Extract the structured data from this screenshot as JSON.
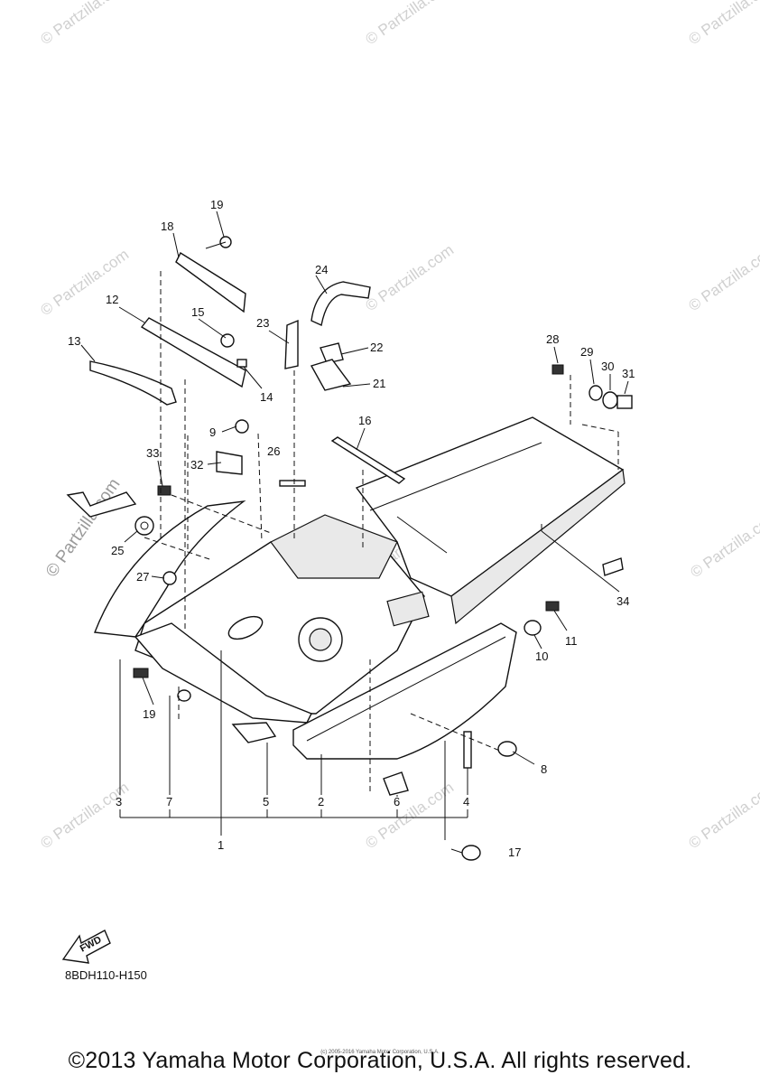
{
  "watermark": {
    "text": "© Partzilla.com"
  },
  "diagram_code": "8BDH110-H150",
  "fwd_label": "FWD",
  "copyright": "©2013 Yamaha Motor Corporation, U.S.A. All rights reserved.",
  "copyright_small": "(c) 2005-2016 Yamaha Motor Corporation, U.S.A.",
  "callouts": {
    "c1": "1",
    "c2": "2",
    "c3": "3",
    "c4": "4",
    "c5": "5",
    "c6": "6",
    "c7": "7",
    "c8": "8",
    "c9": "9",
    "c10": "10",
    "c11": "11",
    "c12": "12",
    "c13": "13",
    "c14": "14",
    "c15": "15",
    "c16": "16",
    "c17": "17",
    "c18": "18",
    "c19a": "19",
    "c19b": "19",
    "c21": "21",
    "c22": "22",
    "c23": "23",
    "c24": "24",
    "c25": "25",
    "c26": "26",
    "c27": "27",
    "c28": "28",
    "c29": "29",
    "c30": "30",
    "c31": "31",
    "c32": "32",
    "c33": "33",
    "c34": "34"
  }
}
